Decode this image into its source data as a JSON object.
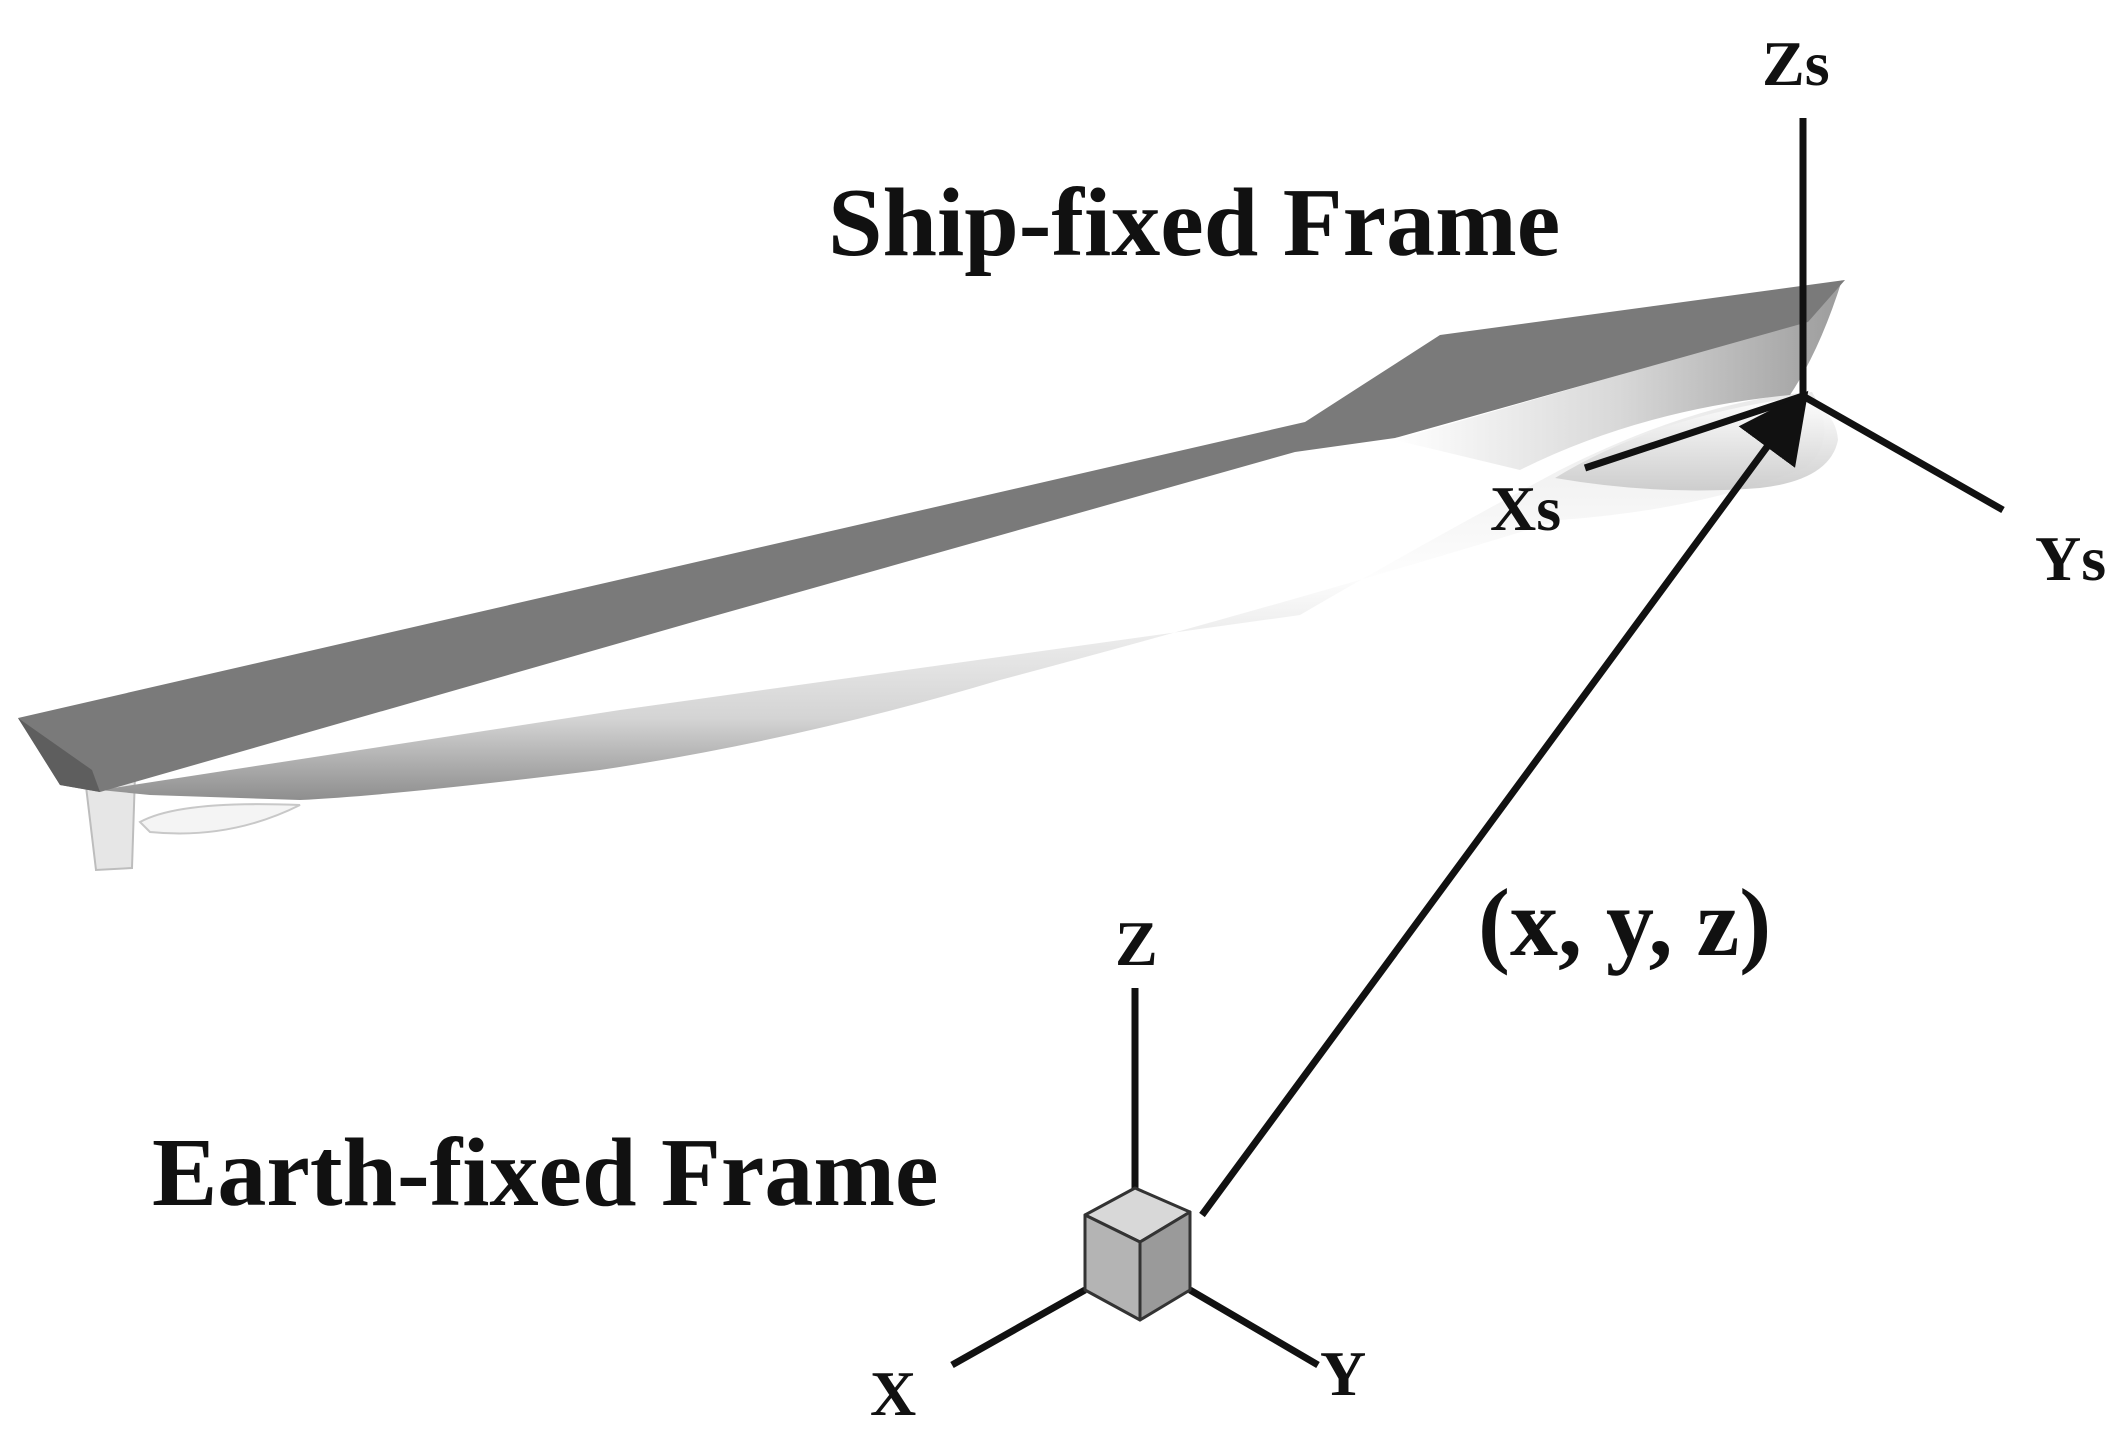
{
  "labels": {
    "ship_frame": "Ship-fixed Frame",
    "earth_frame": "Earth-fixed Frame",
    "position_vector": "(x, y, z)"
  },
  "ship_axes": {
    "x": "Xs",
    "y": "Ys",
    "z": "Zs"
  },
  "earth_axes": {
    "x": "X",
    "y": "Y",
    "z": "Z"
  },
  "colors": {
    "deck": "#7a7a7a",
    "hull_light": "#f2f2f2",
    "hull_shade": "#9a9a9a",
    "cube_face": "#bdbdbd",
    "lines": "#111111"
  }
}
